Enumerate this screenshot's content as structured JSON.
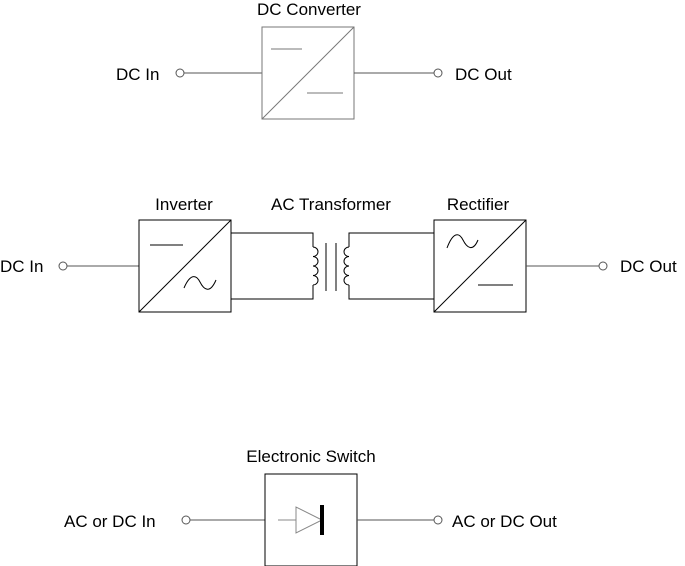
{
  "dc_converter": {
    "title": "DC Converter",
    "input_label": "DC In",
    "output_label": "DC Out"
  },
  "isolated_converter": {
    "inverter_label": "Inverter",
    "transformer_label": "AC Transformer",
    "rectifier_label": "Rectifier",
    "input_label": "DC In",
    "output_label": "DC Out"
  },
  "electronic_switch": {
    "title": "Electronic Switch",
    "input_label": "AC or DC In",
    "output_label": "AC or DC Out"
  }
}
